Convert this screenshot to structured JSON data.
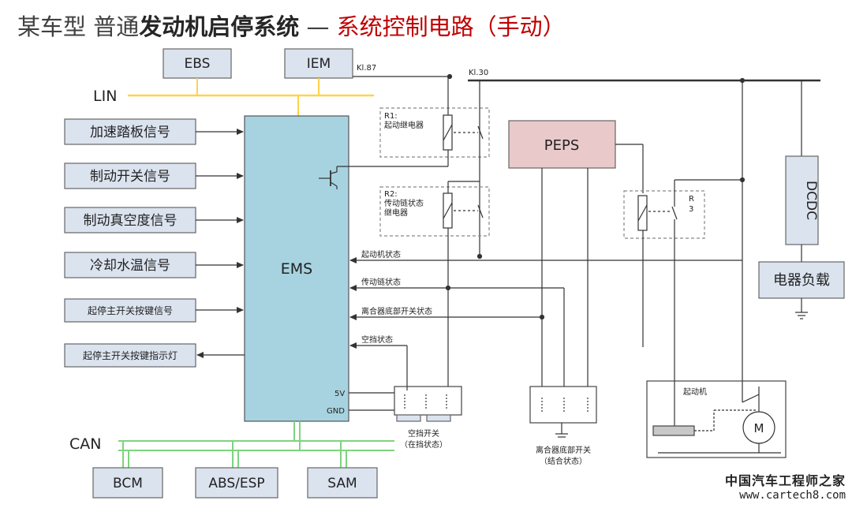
{
  "title": {
    "prefix": "某车型  普通",
    "bold": "发动机启停系统",
    "sep": " — ",
    "red": "系统控制电路（手动）"
  },
  "modules": {
    "ebs": "EBS",
    "iem": "IEM",
    "ems": "EMS",
    "peps": "PEPS",
    "dcdc": "DCDC",
    "load": "电器负载",
    "bcm": "BCM",
    "abs": "ABS/ESP",
    "sam": "SAM"
  },
  "bus": {
    "lin": "LIN",
    "can": "CAN"
  },
  "terminals": {
    "kl87": "Kl.87",
    "kl30": "Kl.30"
  },
  "inputs": [
    "加速踏板信号",
    "制动开关信号",
    "制动真空度信号",
    "冷却水温信号",
    "起停主开关按键信号",
    "起停主开关按键指示灯"
  ],
  "relays": {
    "r1_id": "R1:",
    "r1_name": "起动继电器",
    "r2_id": "R2:",
    "r2_name_1": "传动链状态",
    "r2_name_2": "继电器",
    "r3_a": "R",
    "r3_b": "3"
  },
  "signals": {
    "engine_state": "起动机状态",
    "driveline_state": "传动链状态",
    "clutch_state": "离合器底部开关状态",
    "neutral_state": "空挡状态"
  },
  "pins": {
    "v5": "5V",
    "gnd": "GND"
  },
  "switches": {
    "neutral_1": "空挡开关",
    "neutral_2": "（在挡状态）",
    "clutch_1": "离合器底部开关",
    "clutch_2": "（结合状态）"
  },
  "starter": {
    "label": "起动机",
    "motor": "M"
  },
  "watermark": {
    "cn": "中国汽车工程师之家",
    "url": "www.cartech8.com"
  },
  "colors": {
    "ems_fill": "#a7d3e0",
    "peps_fill": "#e9c9c9",
    "lin_bus": "#ffd24a",
    "can_bus": "#7ed37e",
    "title_red": "#c00000"
  }
}
